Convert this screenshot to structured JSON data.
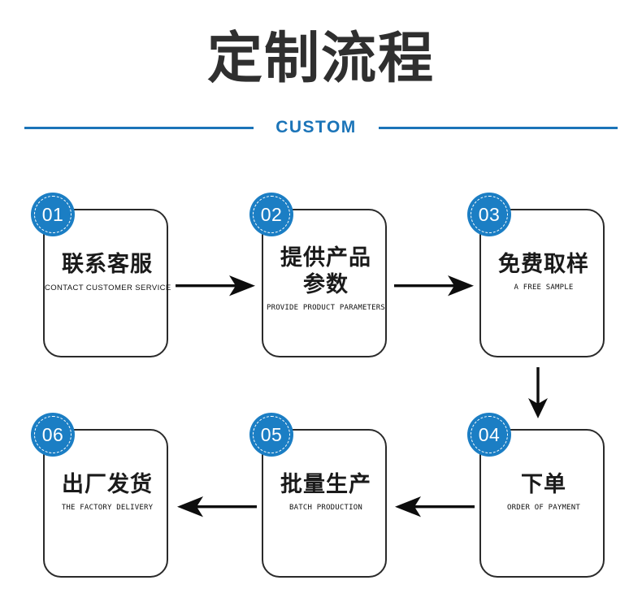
{
  "header": {
    "title": "定制流程",
    "subtitle": "CUSTOM",
    "accent_color": "#1b74b8",
    "title_color": "#2f2f2f"
  },
  "flow": {
    "badge_color": "#1b7ec4",
    "card_border_color": "#2a2a2a",
    "steps": [
      {
        "number": "01",
        "cn": "联系客服",
        "en": "CONTACT CUSTOMER SERVICE"
      },
      {
        "number": "02",
        "cn": "提供产品参数",
        "en": "PROVIDE PRODUCT PARAMETERS"
      },
      {
        "number": "03",
        "cn": "免费取样",
        "en": "A FREE SAMPLE"
      },
      {
        "number": "04",
        "cn": "下单",
        "en": "ORDER OF PAYMENT"
      },
      {
        "number": "05",
        "cn": "批量生产",
        "en": "BATCH PRODUCTION"
      },
      {
        "number": "06",
        "cn": "出厂发货",
        "en": "THE FACTORY DELIVERY"
      }
    ],
    "connectors": [
      {
        "name": "arrow-step-1-to-2",
        "direction": "right"
      },
      {
        "name": "arrow-step-2-to-3",
        "direction": "right"
      },
      {
        "name": "arrow-step-3-to-4",
        "direction": "down"
      },
      {
        "name": "arrow-step-4-to-5",
        "direction": "left"
      },
      {
        "name": "arrow-step-5-to-6",
        "direction": "left"
      }
    ]
  }
}
